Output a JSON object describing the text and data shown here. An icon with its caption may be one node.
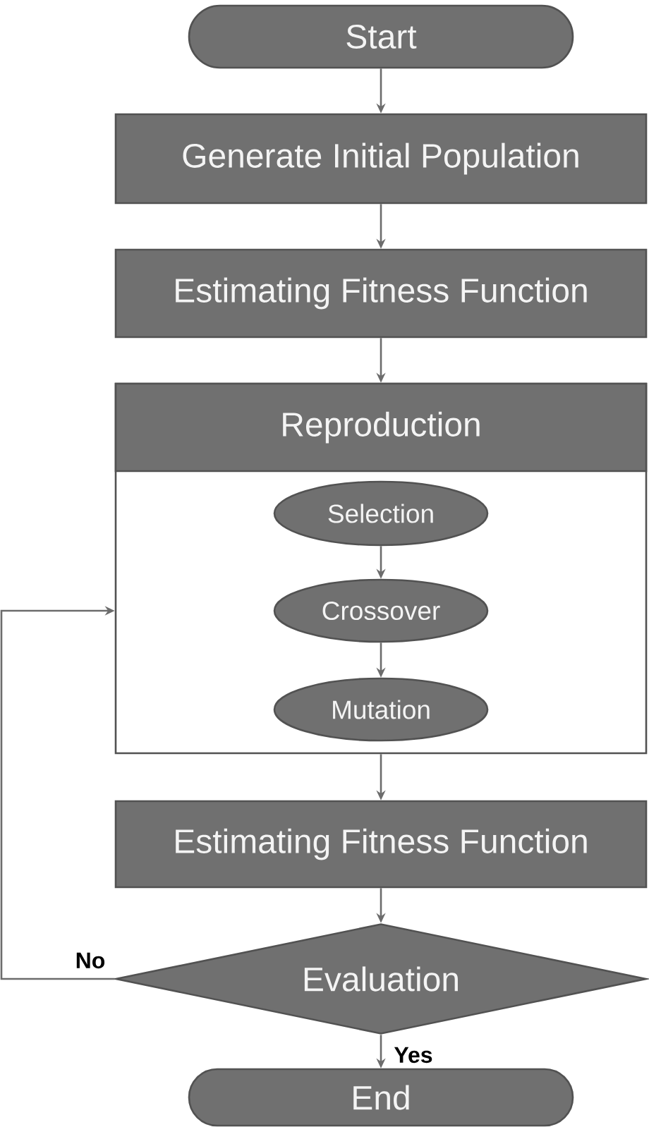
{
  "diagram": {
    "nodes": [
      {
        "text": [
          "Start"
        ]
      },
      {
        "text": [
          "Generate Initial Population"
        ]
      },
      {
        "text": [
          "Estimating Fitness Function"
        ]
      },
      {
        "text": [],
        "shape": "box"
      },
      {
        "text": [
          "Reproduction"
        ],
        "in": 3
      },
      {
        "text": [
          "Selection"
        ],
        "in": 3
      },
      {
        "text": [
          "Crossover"
        ],
        "in": 3
      },
      {
        "text": [
          "Mutation"
        ],
        "in": 3
      },
      {
        "text": [
          "Estimating Fitness Function"
        ]
      },
      {
        "text": [
          "Evaluation"
        ]
      },
      {
        "text": [
          "End"
        ]
      }
    ],
    "edges": [
      {
        "from": 0,
        "to": 1,
        "arrow": "to"
      },
      {
        "from": 1,
        "to": 2,
        "arrow": "to"
      },
      {
        "from": 2,
        "to": 4,
        "arrow": "to"
      },
      {
        "from": 5,
        "to": 6,
        "arrow": "to"
      },
      {
        "from": 6,
        "to": 7,
        "arrow": "to"
      },
      {
        "from": 3,
        "to": 8,
        "arrow": "to"
      },
      {
        "from": 8,
        "to": 9,
        "arrow": "to"
      },
      {
        "from": 9,
        "to": 3,
        "arrow": "to",
        "label": "No"
      },
      {
        "from": 9,
        "to": 10,
        "arrow": "to",
        "label": "Yes"
      }
    ]
  }
}
